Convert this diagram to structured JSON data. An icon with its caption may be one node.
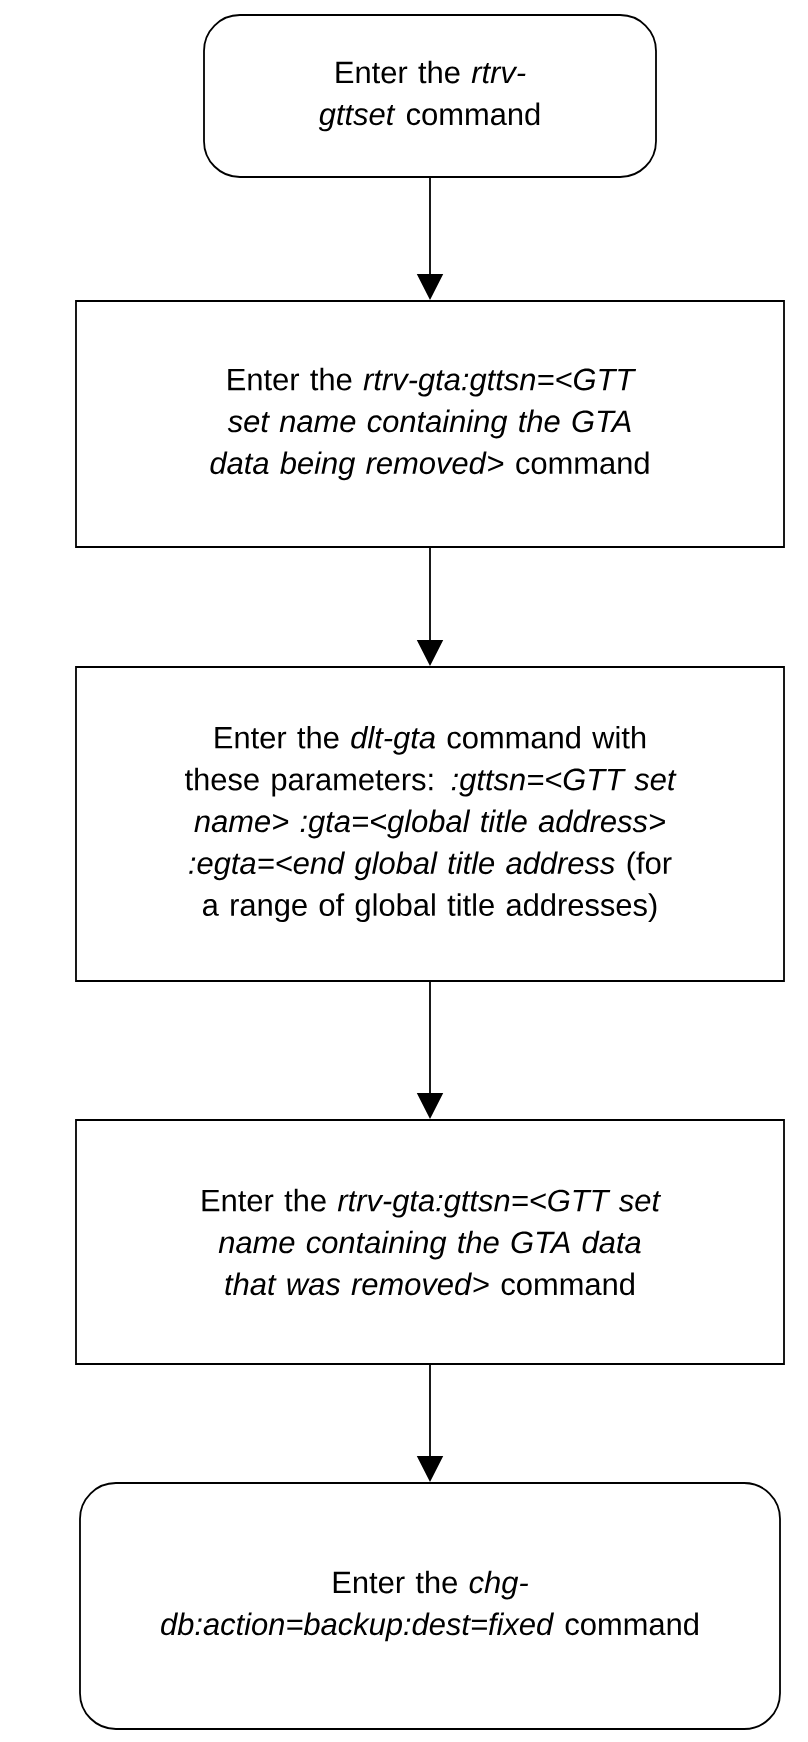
{
  "diagram": {
    "nodes": [
      {
        "text": [
          "Enter the *rtrv-gttset* command"
        ]
      },
      {
        "text": [
          "Enter the *rtrv-gta:gttsn=<GTT set name containing the GTA data being removed*> command"
        ]
      },
      {
        "text": [
          "Enter the *dlt-gta* command with these parameters: *:gttsn=<GTT set name>* *:gta=<global title address>* *:egta=<end global title address* (for a range of global title addresses)"
        ]
      },
      {
        "text": [
          "Enter the *rtrv-gta:gttsn=<GTT set name containing the GTA data that was removed*> command"
        ]
      },
      {
        "text": [
          "Enter the *chg-db:action=backup:dest=fixed* command"
        ]
      }
    ],
    "edges": [
      {
        "from": 0,
        "to": 1,
        "arrow": "to"
      },
      {
        "from": 1,
        "to": 2,
        "arrow": "to"
      },
      {
        "from": 2,
        "to": 3,
        "arrow": "to"
      },
      {
        "from": 3,
        "to": 4,
        "arrow": "to"
      }
    ]
  }
}
